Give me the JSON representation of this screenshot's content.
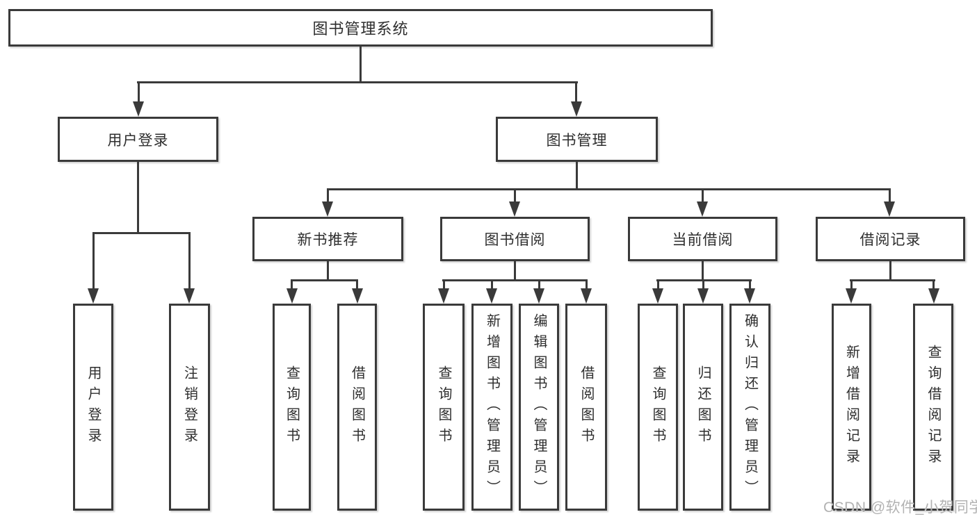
{
  "root": {
    "label": "图书管理系统"
  },
  "branches": [
    {
      "label": "用户登录",
      "children": [
        {
          "label": "用户登录"
        },
        {
          "label": "注销登录"
        }
      ]
    },
    {
      "label": "图书管理",
      "groups": [
        {
          "label": "新书推荐",
          "children": [
            {
              "label": "查询图书"
            },
            {
              "label": "借阅图书"
            }
          ]
        },
        {
          "label": "图书借阅",
          "children": [
            {
              "label": "查询图书"
            },
            {
              "label": "新增图书（管理员）"
            },
            {
              "label": "编辑图书（管理员）"
            },
            {
              "label": "借阅图书"
            }
          ]
        },
        {
          "label": "当前借阅",
          "children": [
            {
              "label": "查询图书"
            },
            {
              "label": "归还图书"
            },
            {
              "label": "确认归还（管理员）"
            }
          ]
        },
        {
          "label": "借阅记录",
          "children": [
            {
              "label": "新增借阅记录"
            },
            {
              "label": "查询借阅记录"
            }
          ]
        }
      ]
    }
  ],
  "watermark": {
    "text": "CSDN @软件_小贺同学"
  },
  "colors": {
    "line": "#3a3a3a",
    "text": "#2e2e2e",
    "watermark": "#b2b2b2",
    "background": "#ffffff"
  }
}
